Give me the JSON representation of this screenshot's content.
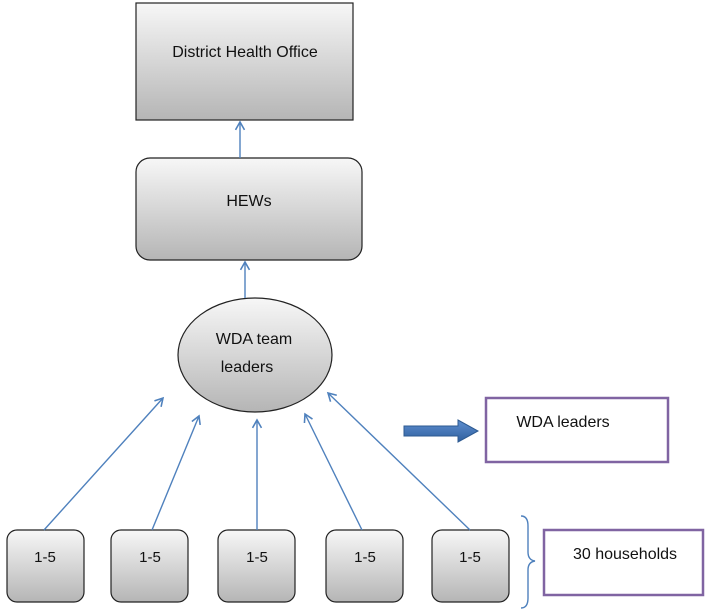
{
  "diagram": {
    "top_box": {
      "label": "District Health Office"
    },
    "hews_box": {
      "label": "HEWs"
    },
    "team_leaders": {
      "line1": "WDA team",
      "line2": "leaders"
    },
    "households": [
      {
        "label": "1-5"
      },
      {
        "label": "1-5"
      },
      {
        "label": "1-5"
      },
      {
        "label": "1-5"
      },
      {
        "label": "1-5"
      }
    ],
    "legend_wda_leaders": {
      "label": "WDA leaders"
    },
    "legend_households": {
      "label": "30 households"
    }
  },
  "colors": {
    "arrow_blue": "#4f81bd",
    "legend_border": "#8064a2",
    "box_gradient_top": "#f4f4f4",
    "box_gradient_bottom": "#b7b7b7",
    "border_dark": "#222222"
  }
}
